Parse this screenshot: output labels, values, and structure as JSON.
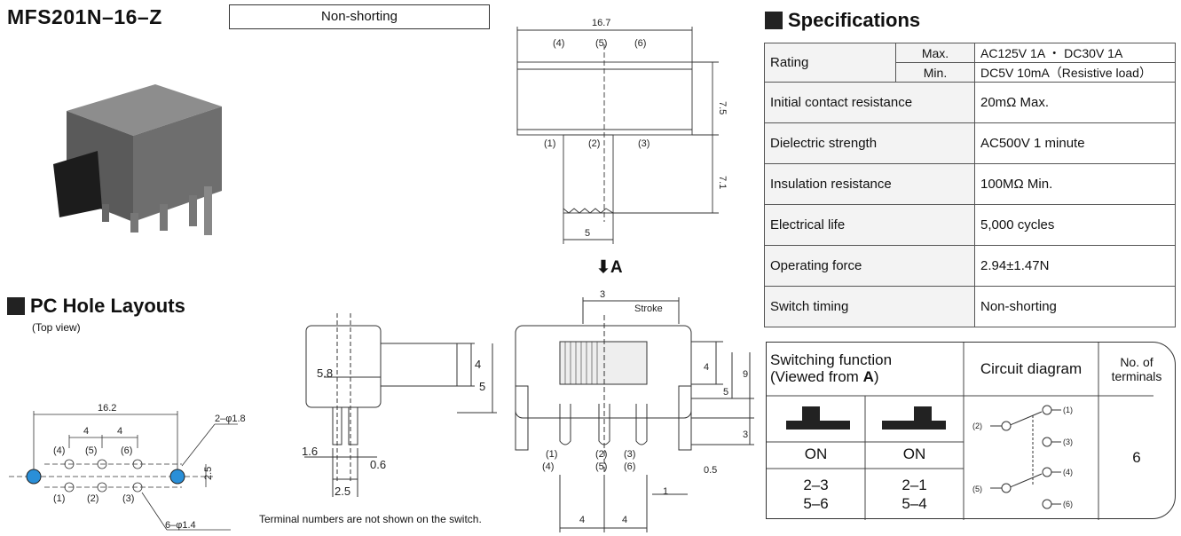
{
  "header": {
    "model": "MFS201N–16–Z",
    "type_badge": "Non-shorting"
  },
  "pc_hole": {
    "title": "PC Hole Layouts",
    "subtitle": "(Top view)",
    "dims": {
      "overall": "16.2",
      "pitch_a": "4",
      "pitch_b": "4",
      "height": "2.5",
      "big_hole": "2–φ1.8",
      "small_hole": "6–φ1.4"
    },
    "terminals": {
      "t1": "(1)",
      "t2": "(2)",
      "t3": "(3)",
      "t4": "(4)",
      "t5": "(5)",
      "t6": "(6)"
    }
  },
  "top_drawing": {
    "width": "16.7",
    "height": "7.5",
    "knob": "7.1",
    "knob_width": "5",
    "terminals": {
      "t1": "(1)",
      "t2": "(2)",
      "t3": "(3)",
      "t4": "(4)",
      "t5": "(5)",
      "t6": "(6)"
    }
  },
  "side_drawing": {
    "d58": "5.8",
    "d4": "4",
    "d5": "5",
    "d16": "1.6",
    "d06": "0.6",
    "d25": "2.5",
    "note": "Terminal numbers are not shown on the switch."
  },
  "front_drawing": {
    "view_label": "A",
    "stroke_val": "3",
    "stroke_label": "Stroke",
    "d4": "4",
    "d5": "5",
    "d9": "9",
    "d3": "3",
    "d05": "0.5",
    "d1": "1",
    "pitch_a": "4",
    "pitch_b": "4",
    "terminals": {
      "t1": "(1)",
      "t2": "(2)",
      "t3": "(3)",
      "t4": "(4)",
      "t5": "(5)",
      "t6": "(6)"
    }
  },
  "specs": {
    "title": "Specifications",
    "rating": {
      "label": "Rating",
      "max_label": "Max.",
      "max_value": "AC125V 1A ・ DC30V 1A",
      "min_label": "Min.",
      "min_value": "DC5V 10mA（Resistive load）"
    },
    "rows": [
      {
        "label": "Initial contact resistance",
        "value": "20mΩ Max."
      },
      {
        "label": "Dielectric strength",
        "value": "AC500V 1 minute"
      },
      {
        "label": "Insulation resistance",
        "value": "100MΩ Min."
      },
      {
        "label": "Electrical life",
        "value": "5,000 cycles"
      },
      {
        "label": "Operating force",
        "value": "2.94±1.47N"
      },
      {
        "label": "Switch timing",
        "value": "Non-shorting"
      }
    ]
  },
  "switching": {
    "header_function": "Switching function",
    "header_viewed": "(Viewed from ",
    "header_viewed_bold": "A",
    "header_viewed_end": ")",
    "header_circuit": "Circuit diagram",
    "header_terminals_1": "No. of",
    "header_terminals_2": "terminals",
    "pos1": {
      "state": "ON",
      "line1": "2–3",
      "line2": "5–6"
    },
    "pos2": {
      "state": "ON",
      "line1": "2–1",
      "line2": "5–4"
    },
    "terminals": "6",
    "circuit": {
      "c1": "(1)",
      "c2": "(2)",
      "c3": "(3)",
      "c4": "(4)",
      "c5": "(5)",
      "c6": "(6)"
    }
  }
}
